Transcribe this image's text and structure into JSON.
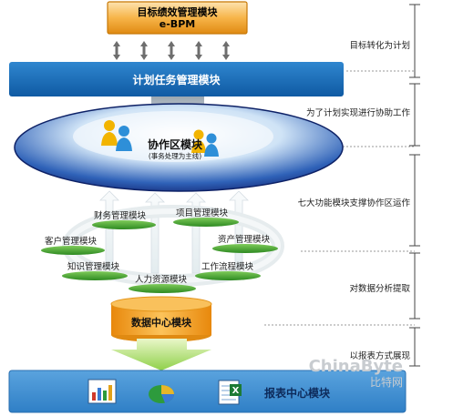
{
  "top_box": {
    "title": "目标绩效管理模块",
    "subtitle": "e-BPM"
  },
  "plan_bar": {
    "title": "计划任务管理模块"
  },
  "cowork": {
    "title": "协作区模块",
    "subtitle": "(事务处理为主线)"
  },
  "modules": [
    "财务管理模块",
    "项目管理模块",
    "客户管理模块",
    "资产管理模块",
    "知识管理模块",
    "工作流程模块",
    "人力资源模块"
  ],
  "data_center": {
    "title": "数据中心模块"
  },
  "report_bar": {
    "title": "报表中心模块"
  },
  "side_notes": [
    "目标转化为计划",
    "为了计划实现进行协助工作",
    "七大功能模块支撑协作区运作",
    "对数据分析提取",
    "以报表方式展现"
  ],
  "watermark": {
    "line1": "ChinaByte",
    "line2": "比特网"
  },
  "colors": {
    "orange": "#f5a42a",
    "blue": "#1769b4",
    "green": "#3c9b2c",
    "navy": "#152a78"
  }
}
